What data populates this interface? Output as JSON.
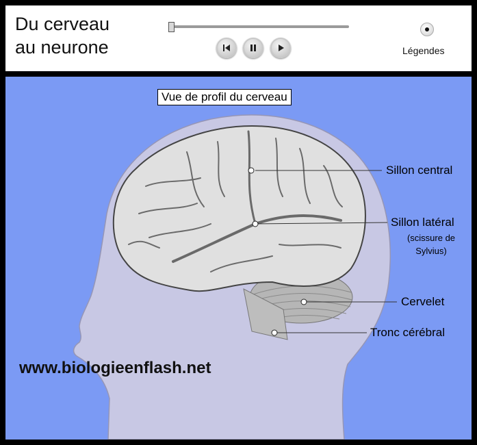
{
  "header": {
    "title_line1": "Du cerveau",
    "title_line2": "au neurone",
    "controls": {
      "progress": 0.0,
      "rewind_icon": "skip-back-icon",
      "pause_icon": "pause-icon",
      "play_icon": "play-icon"
    },
    "legend_toggle": {
      "label": "Légendes",
      "checked": true
    }
  },
  "scene": {
    "caption": "Vue de profil du cerveau",
    "labels": {
      "central": "Sillon central",
      "lateral": "Sillon latéral",
      "lateral_note_1": "(scissure de",
      "lateral_note_2": "Sylvius)",
      "cerebellum": "Cervelet",
      "brainstem": "Tronc cérébral"
    },
    "website": "www.biologieenflash.net"
  },
  "colors": {
    "background": "#7b9af4",
    "head": "#c8c8e4",
    "brain": "#e0e0e0",
    "sulci": "#6a6a6a"
  }
}
